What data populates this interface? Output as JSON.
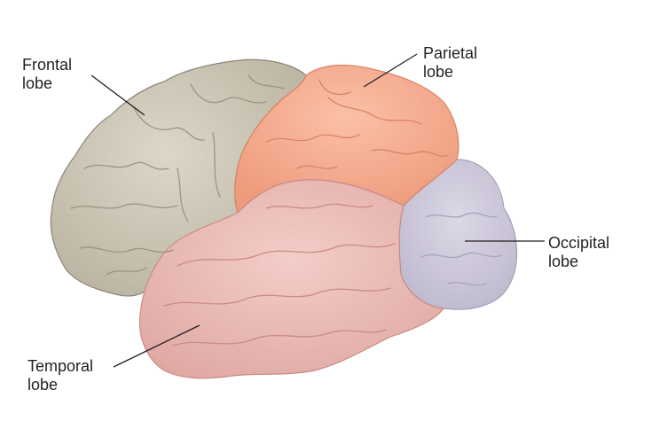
{
  "labels": {
    "frontal": {
      "line1": "Frontal",
      "line2": "lobe"
    },
    "parietal": {
      "line1": "Parietal",
      "line2": "lobe"
    },
    "occipital": {
      "line1": "Occipital",
      "line2": "lobe"
    },
    "temporal": {
      "line1": "Temporal",
      "line2": "lobe"
    }
  },
  "colors": {
    "background": "#ffffff",
    "frontal": "#cdc7b6",
    "parietal": "#f6a88a",
    "occipital": "#cfcadb",
    "temporal": "#ebbdb8",
    "outline": "#8c8478",
    "leader_line": "#231f20",
    "text": "#231f20"
  }
}
